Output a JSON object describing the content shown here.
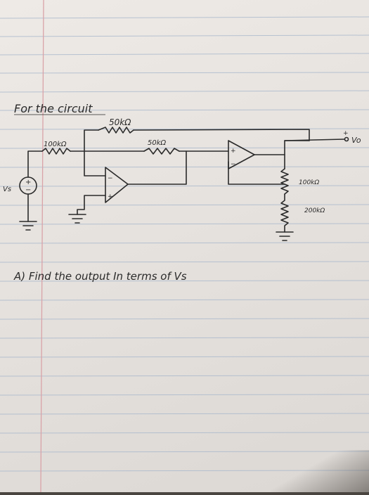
{
  "heading": "For the circuit",
  "labels": {
    "r_feedback_top": "50kΩ",
    "r_input": "100kΩ",
    "r_middle": "50kΩ",
    "r_divider_top": "100kΩ",
    "r_divider_bottom": "200kΩ",
    "source": "Vs",
    "output": "Vo",
    "plus": "+",
    "minus": "−"
  },
  "question": "A) Find the output In terms of Vs",
  "colors": {
    "ink": "#2a2a2a",
    "rule_line": "#a9b8cc",
    "margin_line": "#d9a3a8"
  }
}
